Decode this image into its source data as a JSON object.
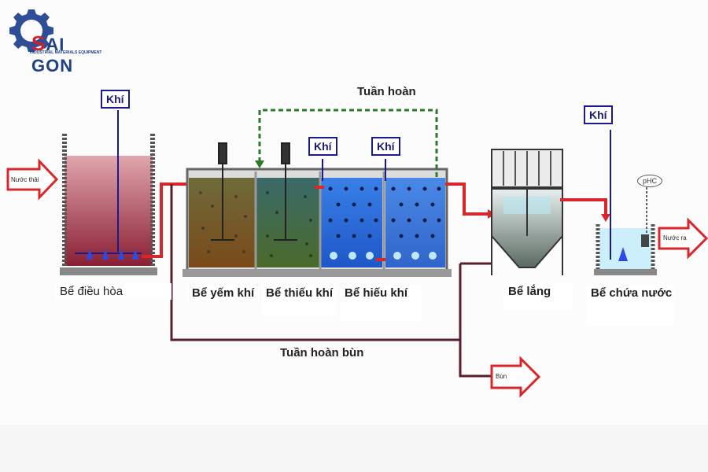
{
  "logo": {
    "brand_s": "S",
    "brand_rest": "AI GON",
    "tagline": "INDUSTRIAL MATERIALS EQUIPMENT"
  },
  "labels": {
    "inlet": "Nước thải",
    "outlet": "Nước ra",
    "sludge": "Bùn",
    "air": "Khí",
    "recycle": "Tuần hoàn",
    "sludge_recycle": "Tuần hoàn bùn",
    "phc": "pHC"
  },
  "tanks": [
    {
      "id": "equalization",
      "label": "Bể điều hòa"
    },
    {
      "id": "anaerobic",
      "label": "Bể yếm khí"
    },
    {
      "id": "anoxic",
      "label": "Bể thiếu khí"
    },
    {
      "id": "aerobic",
      "label": "Bể hiếu khí"
    },
    {
      "id": "settling",
      "label": "Bể lắng"
    },
    {
      "id": "storage",
      "label": "Bể chứa nước"
    }
  ],
  "colors": {
    "flow": "#d8262a",
    "air": "#1a1a8e",
    "recycle": "#2a7a2a",
    "sludge_line": "#5a1f2a",
    "aerobic_water": "#2b6fe0",
    "equal_water": "#b33a4a"
  }
}
